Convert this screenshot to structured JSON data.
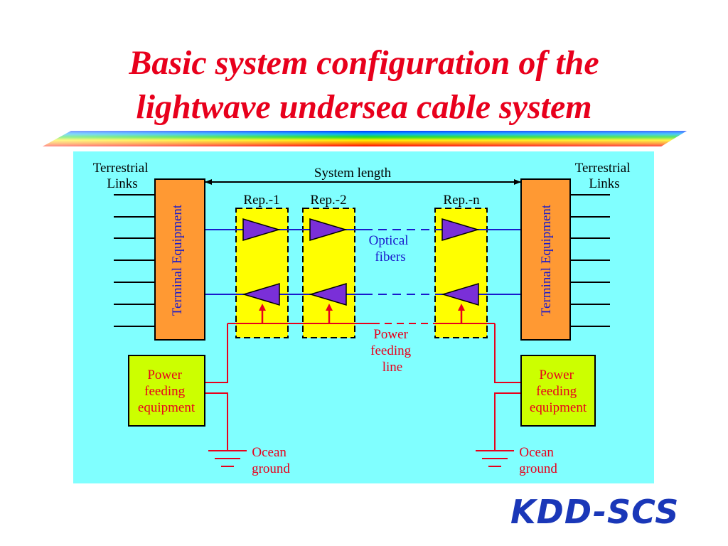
{
  "title": {
    "line1": "Basic system configuration of the",
    "line2": "lightwave undersea cable system"
  },
  "diagram": {
    "terrestrial_links_left": [
      "Terrestrial",
      "Links"
    ],
    "terrestrial_links_right": [
      "Terrestrial",
      "Links"
    ],
    "system_length": "System length",
    "repeaters": [
      "Rep.-1",
      "Rep.-2",
      "Rep.-n"
    ],
    "terminal_equipment_left": "Terminal Equipment",
    "terminal_equipment_right": "Terminal Equipment",
    "optical_fibers": [
      "Optical",
      "fibers"
    ],
    "power_feeding_line": [
      "Power",
      "feeding",
      "line"
    ],
    "power_feeding_equipment_left": [
      "Power",
      "feeding",
      "equipment"
    ],
    "power_feeding_equipment_right": [
      "Power",
      "feeding",
      "equipment"
    ],
    "ocean_ground_left": [
      "Ocean",
      "ground"
    ],
    "ocean_ground_right": [
      "Ocean",
      "ground"
    ]
  },
  "logo": "KDD-SCS",
  "colors": {
    "title": "#e8001c",
    "panel": "#80ffff",
    "terminal": "#ff9933",
    "repeater": "#ffff00",
    "power_equipment": "#ccff00",
    "fiber": "#1a1acc",
    "power_line": "#e8001c",
    "amplifier": "#7a2fd8",
    "logo": "#1a37b8"
  }
}
